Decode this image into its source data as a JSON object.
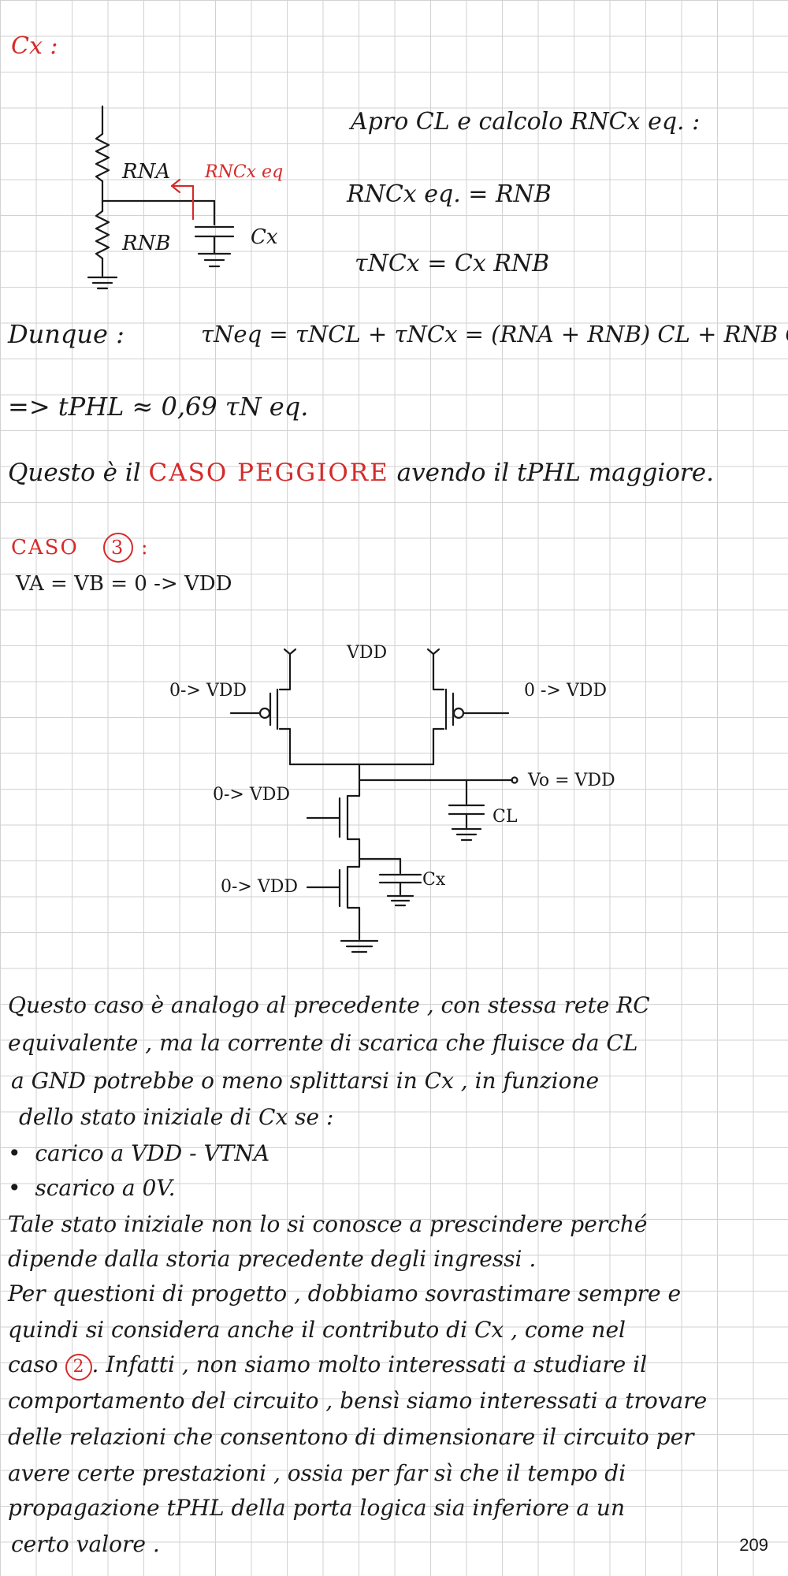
{
  "colors": {
    "ink": "#1a1a1a",
    "accent": "#d62a2a",
    "grid": "#d2d2d2"
  },
  "section_cx": {
    "heading": "Cx :",
    "labels": {
      "rna": "RNA",
      "rnb": "RNB",
      "rncxeq": "RNCx eq",
      "cx": "Cx"
    },
    "line1": "Apro  CL  e  calcolo  RNCx eq. :",
    "line2": "RNCx eq. =  RNB",
    "line3": "τNCx  =  Cx RNB"
  },
  "dunque": {
    "label": "Dunque :",
    "formula": "τNeq =  τNCL + τNCx  =  (RNA + RNB) CL +  RNB Cx"
  },
  "result": "=>   tPHL  ≈  0,69  τN eq.",
  "worst": {
    "pre": "Questo è il",
    "highlight": "CASO  PEGGIORE",
    "post": "avendo il  tPHL  maggiore."
  },
  "caso3": {
    "label": "CASO",
    "number": "3",
    "suffix": ":",
    "condition": "VA = VB =  0 -> VDD"
  },
  "circuit2": {
    "vdd": "VDD",
    "in_left_top": "0-> VDD",
    "in_right_top": "0 -> VDD",
    "in_mid": "0-> VDD",
    "in_bot": "0-> VDD",
    "vout": "Vo = VDD",
    "cl": "CL",
    "cx": "Cx"
  },
  "para1": [
    "Questo  caso  è  analogo  al  precedente ,  con  stessa  rete  RC",
    "equivalente ,  ma  la  corrente  di  scarica  che  fluisce  da  CL",
    "a  GND  potrebbe  o  meno  splittarsi  in  Cx ,  in  funzione",
    "dello  stato  iniziale  di  Cx  se :"
  ],
  "bullets": [
    "carico  a   VDD - VTNA",
    "scarico  a   0V."
  ],
  "para2": [
    "Tale  stato  iniziale  non  lo  si  conosce  a  prescindere  perché",
    "dipende  dalla  storia  precedente  degli  ingressi ."
  ],
  "para3": [
    "Per  questioni  di  progetto ,  dobbiamo  sovrastimare  sempre  e",
    "quindi  si  considera  anche  il  contributo  di  Cx ,  come  nel"
  ],
  "para3_line3": {
    "pre": "caso",
    "circled": "2",
    "post": ".  Infatti ,  non  siamo  molto  interessati  a  studiare  il"
  },
  "para3_rest": [
    "comportamento  del  circuito ,  bensì  siamo  interessati  a  trovare",
    "delle  relazioni  che  consentono  di  dimensionare  il  circuito  per",
    "avere  certe  prestazioni ,  ossia  per  far  sì  che  il  tempo  di",
    "propagazione  tPHL  della  porta  logica  sia  inferiore  a  un",
    "certo  valore ."
  ],
  "page_number": "209"
}
